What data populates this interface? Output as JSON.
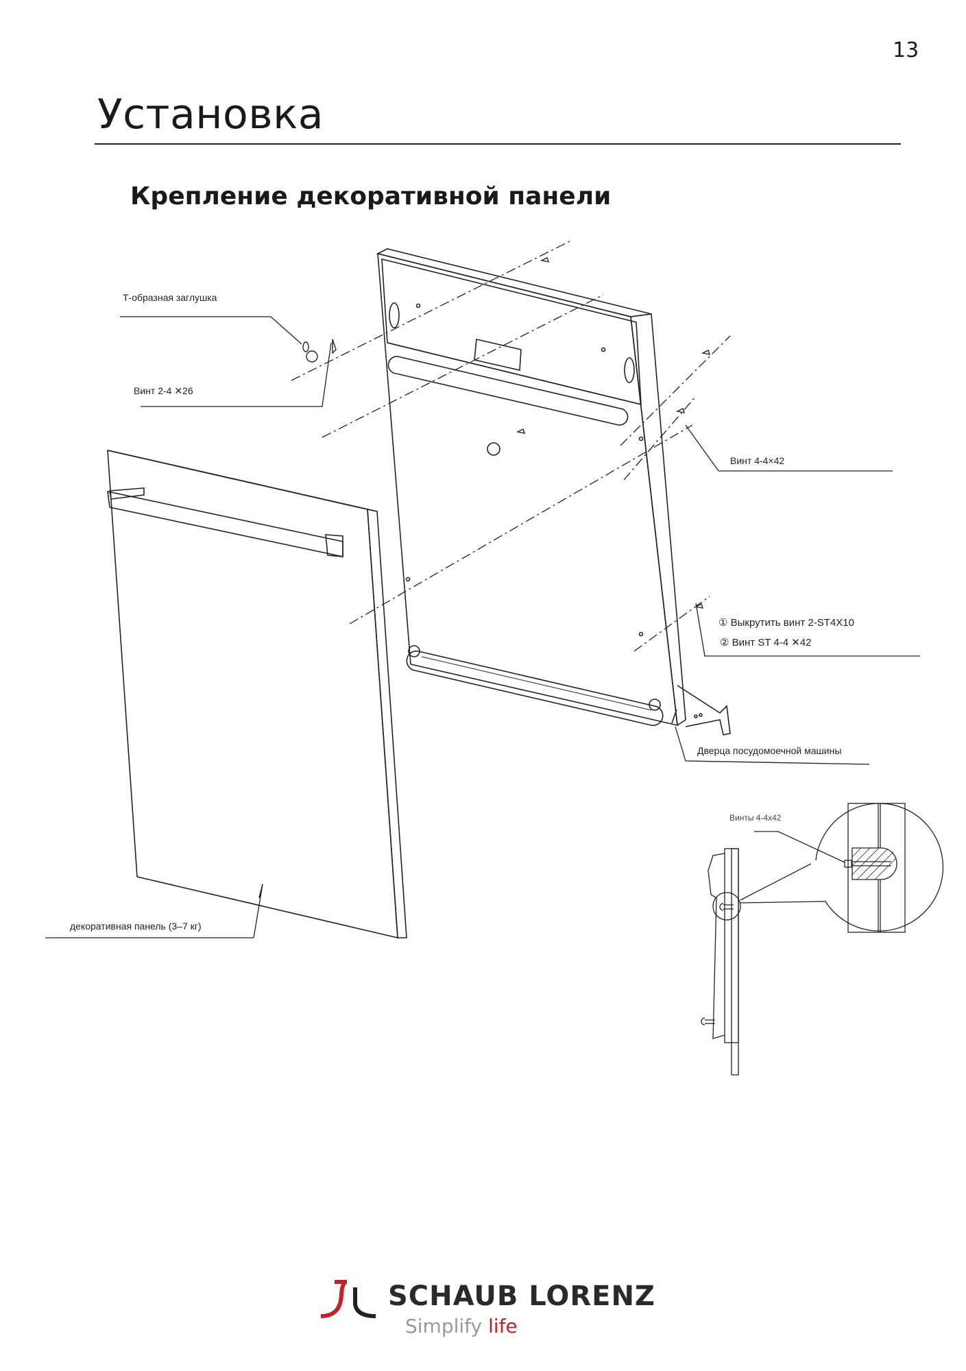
{
  "page_number": "13",
  "title": "Установка",
  "subtitle": "Крепление декоративной панели",
  "labels": {
    "t_plug": "Т-образная заглушка",
    "screw_2_4x26": "Винт 2-4 ✕26",
    "screw_4_4x42": "Винт 4-4×42",
    "step1": "① Выкрутить винт 2-ST4X10",
    "step2": "② Винт ST 4-4 ✕42",
    "door": "Дверца посудомоечной машины",
    "decor_panel": "декоративная панель (3–7 кг)",
    "screws_detail": "Винты 4-4x42"
  },
  "logo": {
    "name": "SCHAUB LORENZ",
    "tagline": "Simplify",
    "tagline_accent": "life",
    "accent_color": "#c8202a"
  }
}
